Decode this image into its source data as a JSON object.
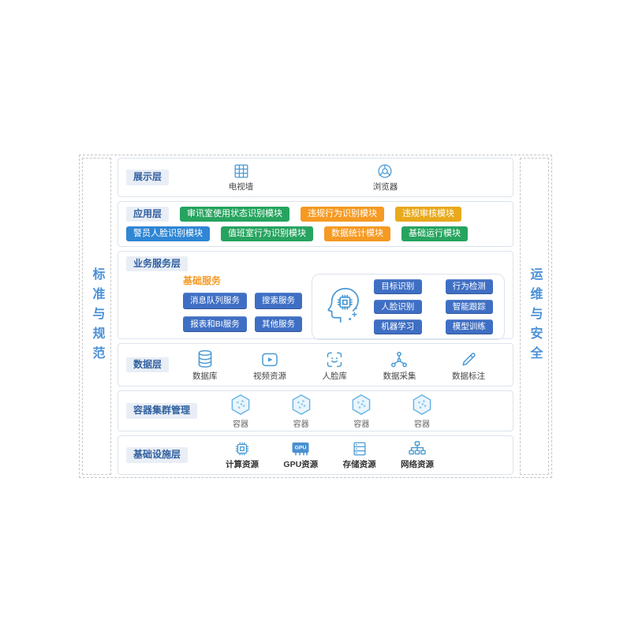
{
  "sidebars": {
    "left": "标准与规范",
    "right": "运维与安全"
  },
  "colors": {
    "green": "#26a45f",
    "orange": "#f59a23",
    "gold": "#e9a91c",
    "blue": "#2f86d4",
    "button_blue": "#3f6fc4",
    "icon_blue": "#4a9ad4",
    "layer_title_text": "#2f5f9e",
    "layer_title_bg": "#e9eef6",
    "sidebar_text": "#4a90d9"
  },
  "presentation": {
    "title": "展示层",
    "items": [
      {
        "label": "电视墙",
        "icon": "tv-wall-icon"
      },
      {
        "label": "浏览器",
        "icon": "browser-icon"
      }
    ]
  },
  "application": {
    "title": "应用层",
    "row1": [
      {
        "label": "审讯室使用状态识别模块",
        "color": "#26a45f"
      },
      {
        "label": "违规行为识别模块",
        "color": "#f59a23"
      },
      {
        "label": "违规审核模块",
        "color": "#e9a91c"
      }
    ],
    "row2": [
      {
        "label": "警员人脸识别模块",
        "color": "#2f86d4"
      },
      {
        "label": "值班室行为识别模块",
        "color": "#26a45f"
      },
      {
        "label": "数据统计模块",
        "color": "#f59a23"
      },
      {
        "label": "基础运行模块",
        "color": "#26a45f"
      }
    ]
  },
  "business": {
    "title": "业务服务层",
    "basic": {
      "heading": "基础服务",
      "buttons": [
        "消息队列服务",
        "搜索服务",
        "报表和BI服务",
        "其他服务"
      ]
    },
    "ai": {
      "head_icon": "ai-head-chip-icon",
      "buttons": [
        "目标识别",
        "行为检测",
        "人脸识别",
        "智能跟踪",
        "机器学习",
        "模型训练"
      ]
    }
  },
  "data_layer": {
    "title": "数据层",
    "items": [
      {
        "label": "数据库",
        "icon": "database-icon"
      },
      {
        "label": "视频资源",
        "icon": "video-icon"
      },
      {
        "label": "人脸库",
        "icon": "face-library-icon"
      },
      {
        "label": "数据采集",
        "icon": "data-collect-icon"
      },
      {
        "label": "数据标注",
        "icon": "data-annotate-icon"
      }
    ]
  },
  "container_layer": {
    "title": "容器集群管理",
    "items": [
      {
        "label": "容器",
        "icon": "container-hexagon-icon"
      },
      {
        "label": "容器",
        "icon": "container-hexagon-icon"
      },
      {
        "label": "容器",
        "icon": "container-hexagon-icon"
      },
      {
        "label": "容器",
        "icon": "container-hexagon-icon"
      }
    ]
  },
  "infrastructure": {
    "title": "基础设施层",
    "items": [
      {
        "label": "计算资源",
        "icon": "cpu-icon"
      },
      {
        "label": "GPU资源",
        "icon": "gpu-icon",
        "chip_text": "GPU"
      },
      {
        "label": "存储资源",
        "icon": "storage-icon"
      },
      {
        "label": "网络资源",
        "icon": "network-icon"
      }
    ]
  }
}
